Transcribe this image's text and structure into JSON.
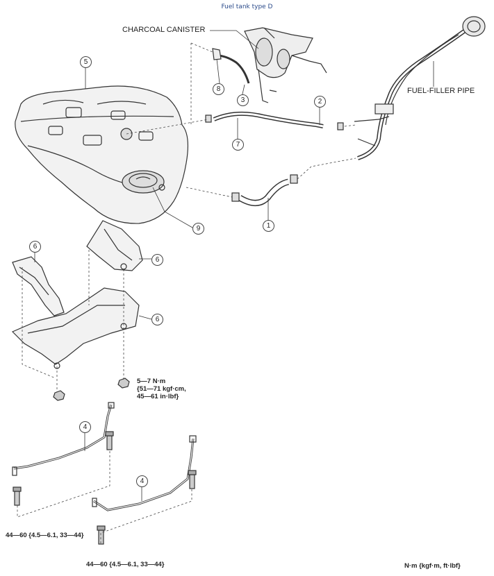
{
  "title": "Fuel tank type D",
  "labels": {
    "charcoal_canister": "CHARCOAL CANISTER",
    "fuel_filler_pipe": "FUEL-FILLER PIPE"
  },
  "callouts": {
    "c1": "1",
    "c2": "2",
    "c3": "3",
    "c4a": "4",
    "c4b": "4",
    "c5": "5",
    "c6a": "6",
    "c6b": "6",
    "c6c": "6",
    "c7": "7",
    "c8": "8",
    "c9": "9"
  },
  "torques": {
    "nut_line1": "5—7 N·m",
    "nut_line2": "{51—71 kgf·cm,",
    "nut_line3": "45—61 in·lbf}",
    "bolt_a": "44—60 {4.5—6.1, 33—44}",
    "bolt_b": "44—60 {4.5—6.1, 33—44}"
  },
  "units_note": "N·m {kgf·m, ft·lbf}"
}
